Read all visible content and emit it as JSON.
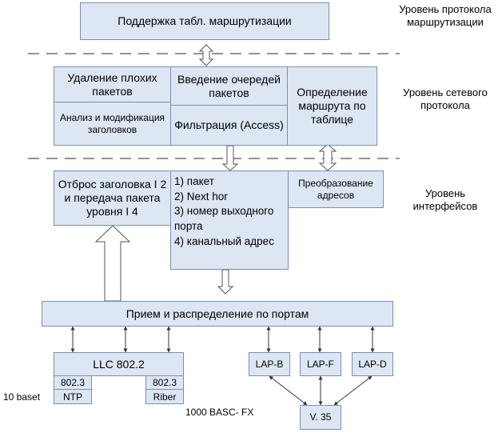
{
  "top_box": "Поддержка табл. маршрутизации",
  "levels": {
    "routing": "Уровень протокола маршрутизации",
    "network": "Уровень сетевого протокола",
    "interfaces": "Уровень интерфейсов"
  },
  "network_layer": {
    "bad_packets": "Удаление плохих пакетов",
    "header_analysis": "Анализ и модификация заголовков",
    "queueing": "Введение очередей пакетов",
    "filtering": "Фильтрация (Access)",
    "route_lookup": "Определение маршрута по таблице"
  },
  "interface_layer": {
    "strip_header": "Отброс заголовка I 2 и передача пакета уровня I 4",
    "fields": [
      "1) пакет",
      "2) Next hor",
      "3)  номер выходного порта",
      "4) канальный адрес"
    ],
    "address_conversion": "Преобразование адресов"
  },
  "port_distribution": "Прием и распределение по портам",
  "llc": {
    "title": "LLC 802.2",
    "left_std": "802.3",
    "left_name": "NTP",
    "right_std": "802.3",
    "right_name": "Riber"
  },
  "lap": [
    "LAP-B",
    "LAP-F",
    "LAP-D"
  ],
  "v35": "V. 35",
  "labels": {
    "baset": "10 baset",
    "basc": "1000 BASC- FX"
  },
  "colors": {
    "box_fill": "#dde6f3",
    "box_border": "#7b8fb0"
  }
}
